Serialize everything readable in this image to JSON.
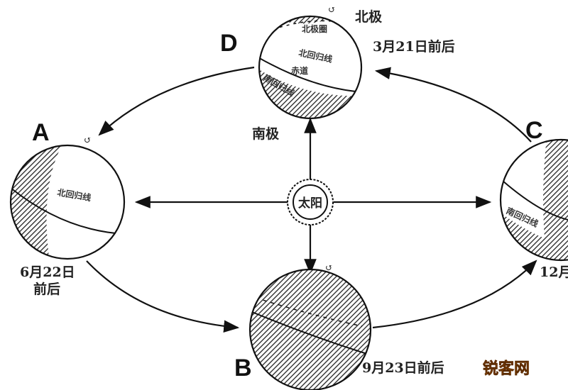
{
  "sun": {
    "label": "太阳"
  },
  "positions": {
    "D": {
      "letter": "D",
      "date": "3月21日前后",
      "north_pole": "北极",
      "south_pole": "南极",
      "lines": [
        "北极圈",
        "北回归线",
        "赤道",
        "南回归线"
      ]
    },
    "A": {
      "letter": "A",
      "date_line1": "6月22日",
      "date_line2": "前后",
      "lines": [
        "北回归线"
      ]
    },
    "B": {
      "letter": "B",
      "date": "9月23日前后"
    },
    "C": {
      "letter": "C",
      "date": "12月",
      "lines": [
        "南回归线"
      ]
    }
  },
  "watermark": {
    "text": "锐客网",
    "color": "#e07a10"
  }
}
